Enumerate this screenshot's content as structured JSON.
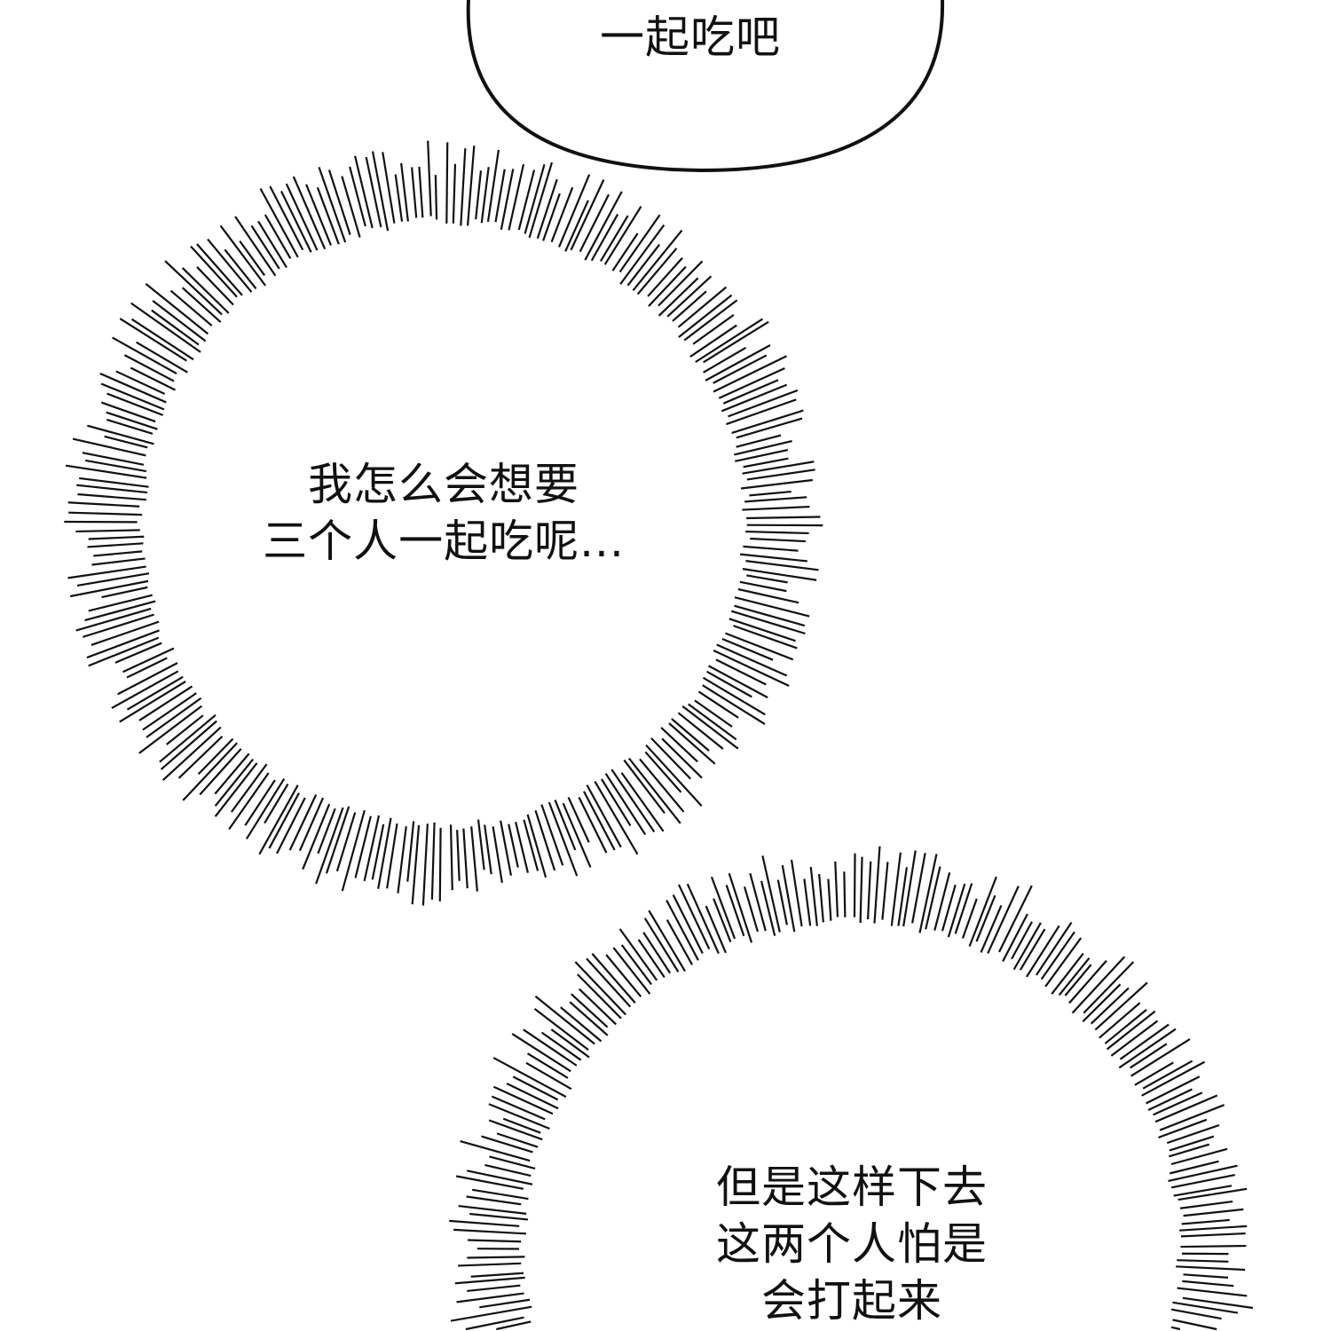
{
  "bubble": {
    "lines": [
      "一起吃吧"
    ]
  },
  "burst1": {
    "lines": [
      "我怎么会想要",
      "三个人一起吃呢..."
    ]
  },
  "burst2": {
    "lines": [
      "但是这样下去",
      "这两个人怕是",
      "会打起来"
    ]
  },
  "colors": {
    "ink": "#111111",
    "paper": "#ffffff"
  }
}
